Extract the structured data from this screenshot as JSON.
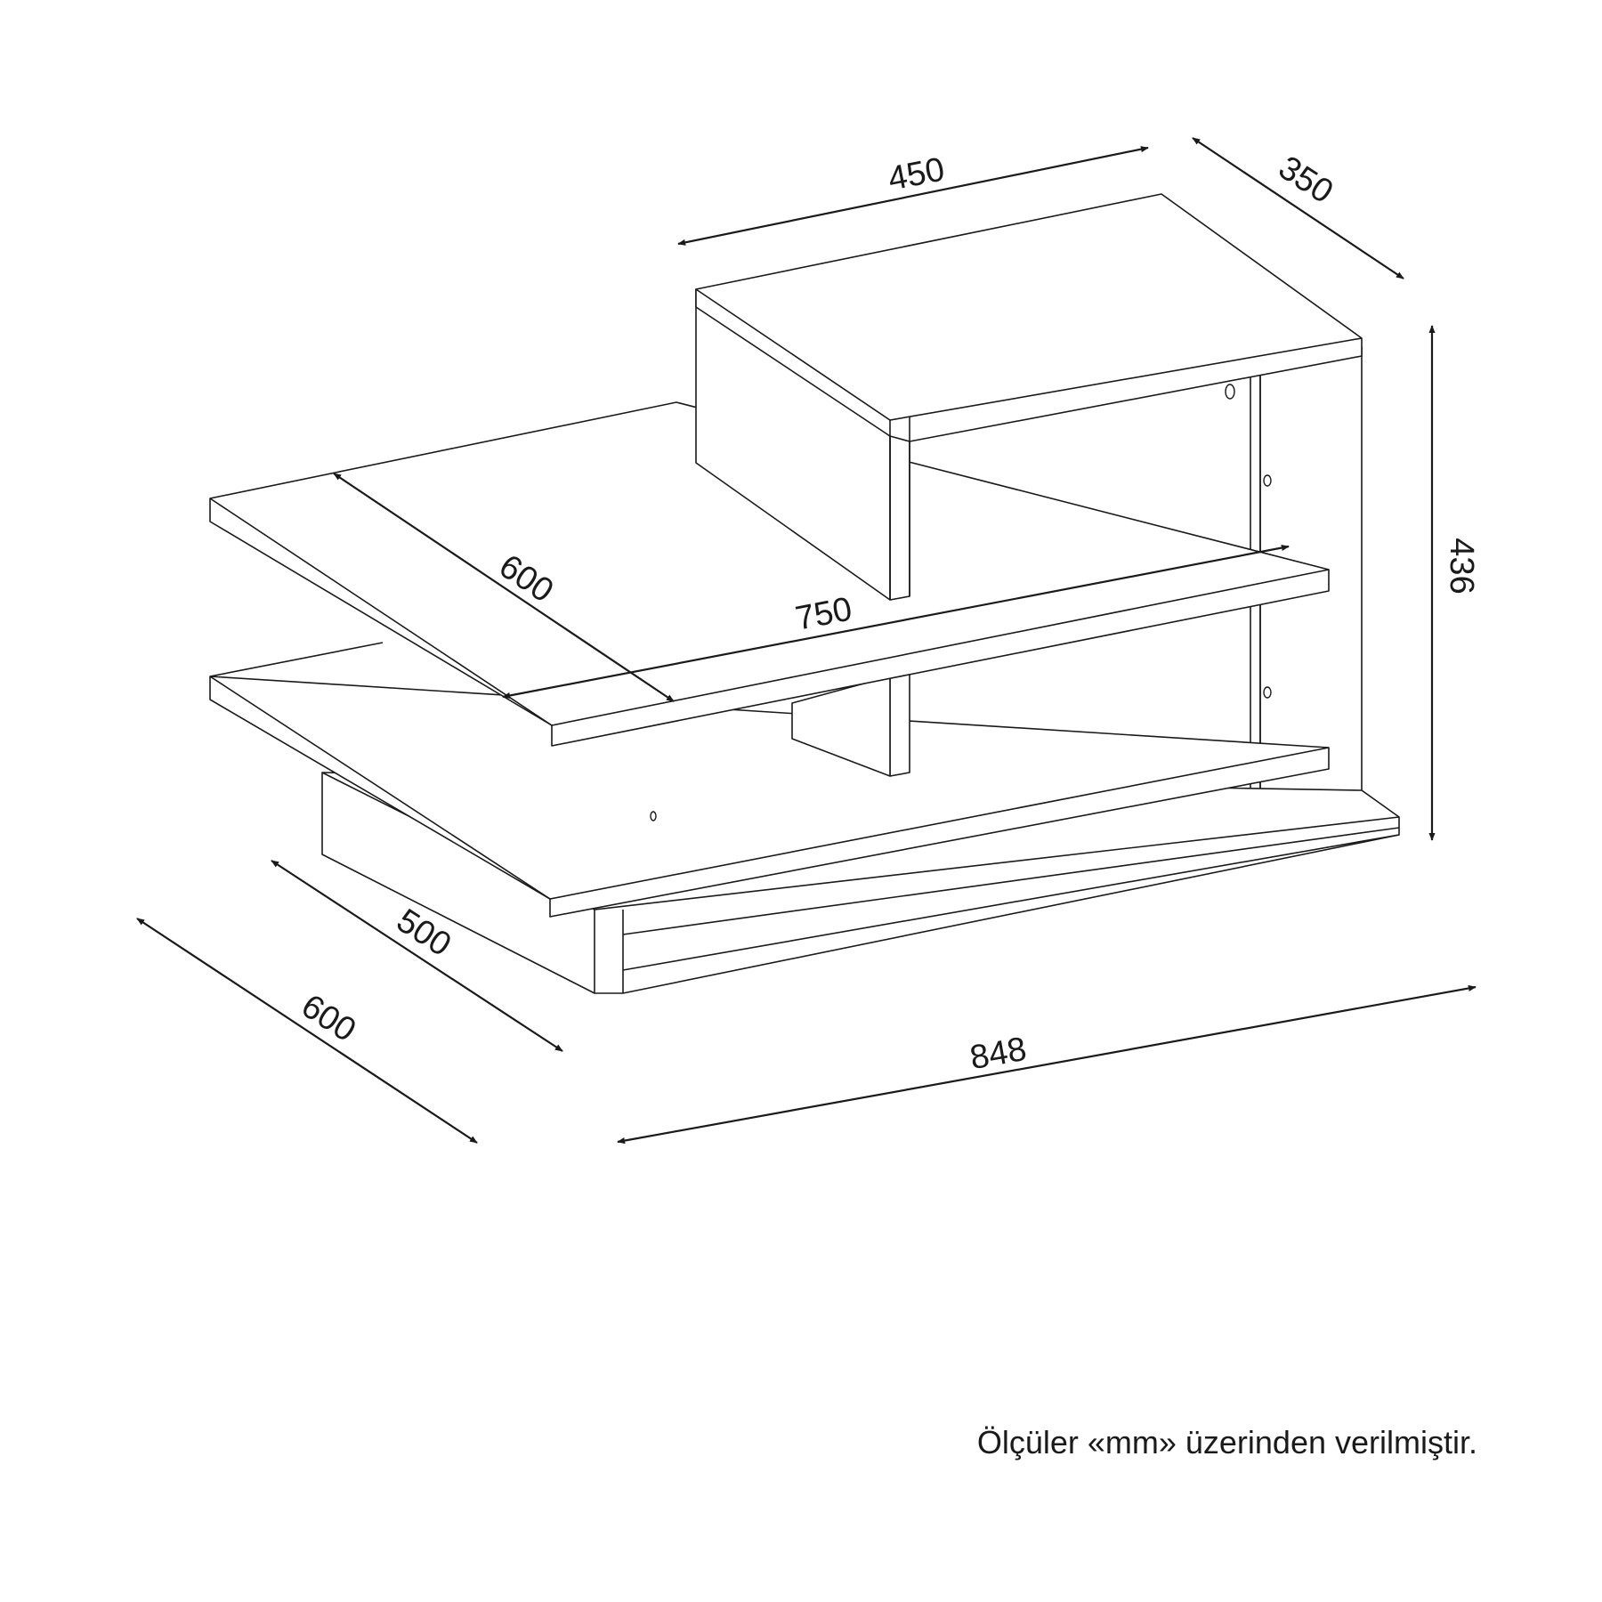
{
  "title": "",
  "dimensions": {
    "top_width": "450",
    "top_depth": "350",
    "total_height": "436",
    "middle_shelf_depth": "600",
    "middle_shelf_length": "750",
    "bottom_shelf_depth": "500",
    "base_depth": "600",
    "overall_length": "848"
  },
  "footnote": "Ölçüler «mm» üzerinden verilmiştir.",
  "colors": {
    "line": "#1a1a1a",
    "background": "#ffffff"
  }
}
